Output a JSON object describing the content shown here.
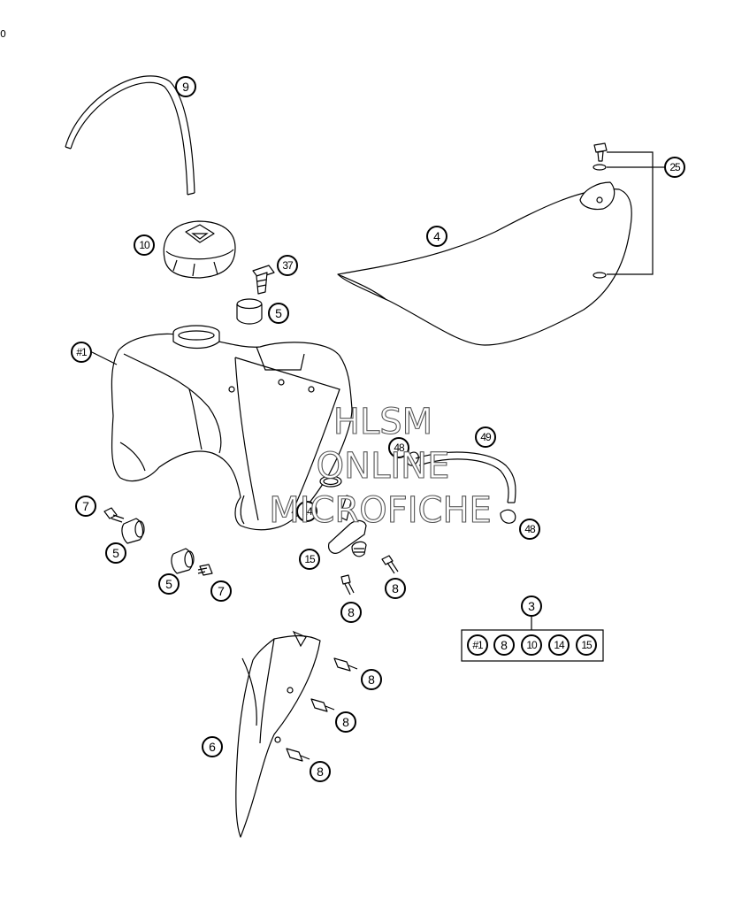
{
  "corner_mark": "0",
  "watermark": {
    "line1": "HLSM",
    "line2": "ONLINE",
    "line3": "MICROFICHE"
  },
  "callouts": {
    "hose_top": "9",
    "filler_cap": "10",
    "collar_bolt": "37",
    "bushing_upper": "5",
    "tank": "#1",
    "seat": "4",
    "seat_screws": "25",
    "hose_vent": "49",
    "clamp_upper": "48",
    "clamp_lower": "48",
    "oring": "14",
    "fuel_tap": "15",
    "screw_tap_right": "8",
    "screw_tap_lower": "8",
    "bolt_left_upper": "7",
    "bushing_left_upper": "5",
    "bushing_left_lower": "5",
    "bolt_left_lower": "7",
    "kit": "3",
    "shroud": "6",
    "screw_shroud_1": "8",
    "screw_shroud_2": "8",
    "screw_shroud_3": "8"
  },
  "kit_box": [
    "#1",
    "8",
    "10",
    "14",
    "15"
  ]
}
